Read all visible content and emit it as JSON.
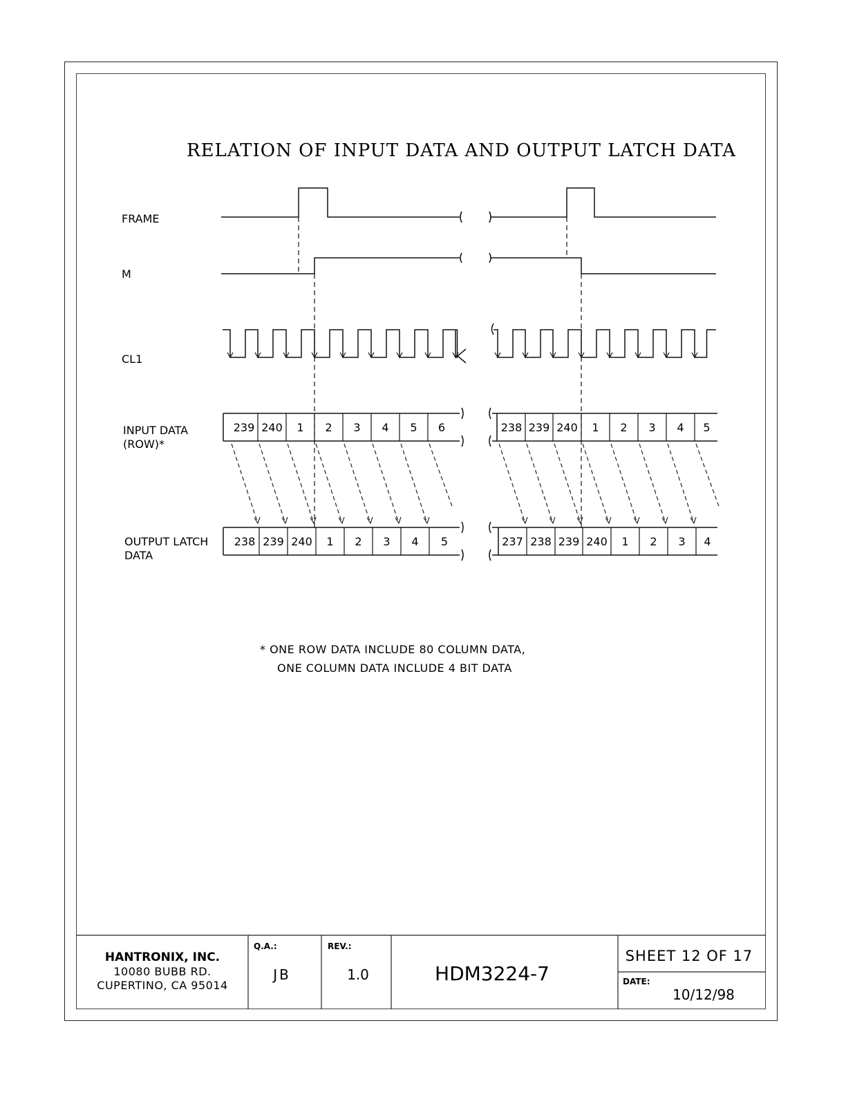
{
  "title": "RELATION OF INPUT DATA AND OUTPUT LATCH DATA",
  "signals": {
    "frame": "FRAME",
    "m": "M",
    "cl1": "CL1",
    "input_line1": "INPUT DATA",
    "input_line2": "(ROW)*",
    "output_line1": "OUTPUT LATCH",
    "output_line2": "DATA"
  },
  "input_cells_left": [
    "239",
    "240",
    "1",
    "2",
    "3",
    "4",
    "5",
    "6"
  ],
  "input_cells_right": [
    "238",
    "239",
    "240",
    "1",
    "2",
    "3",
    "4",
    "5"
  ],
  "output_cells_left": [
    "238",
    "239",
    "240",
    "1",
    "2",
    "3",
    "4",
    "5"
  ],
  "output_cells_right": [
    "237",
    "238",
    "239",
    "240",
    "1",
    "2",
    "3",
    "4"
  ],
  "note": {
    "line1": "*  ONE ROW DATA INCLUDE 80 COLUMN DATA,",
    "line2": "ONE COLUMN DATA INCLUDE 4 BIT DATA"
  },
  "title_block": {
    "company": "HANTRONIX, INC.",
    "address1": "10080 BUBB RD.",
    "address2": "CUPERTINO, CA 95014",
    "qa_label": "Q.A.:",
    "qa_value": "JB",
    "rev_label": "REV.:",
    "rev_value": "1.0",
    "part_number": "HDM3224-7",
    "sheet": "SHEET 12 OF 17",
    "date_label": "DATE:",
    "date_value": "10/12/98"
  }
}
